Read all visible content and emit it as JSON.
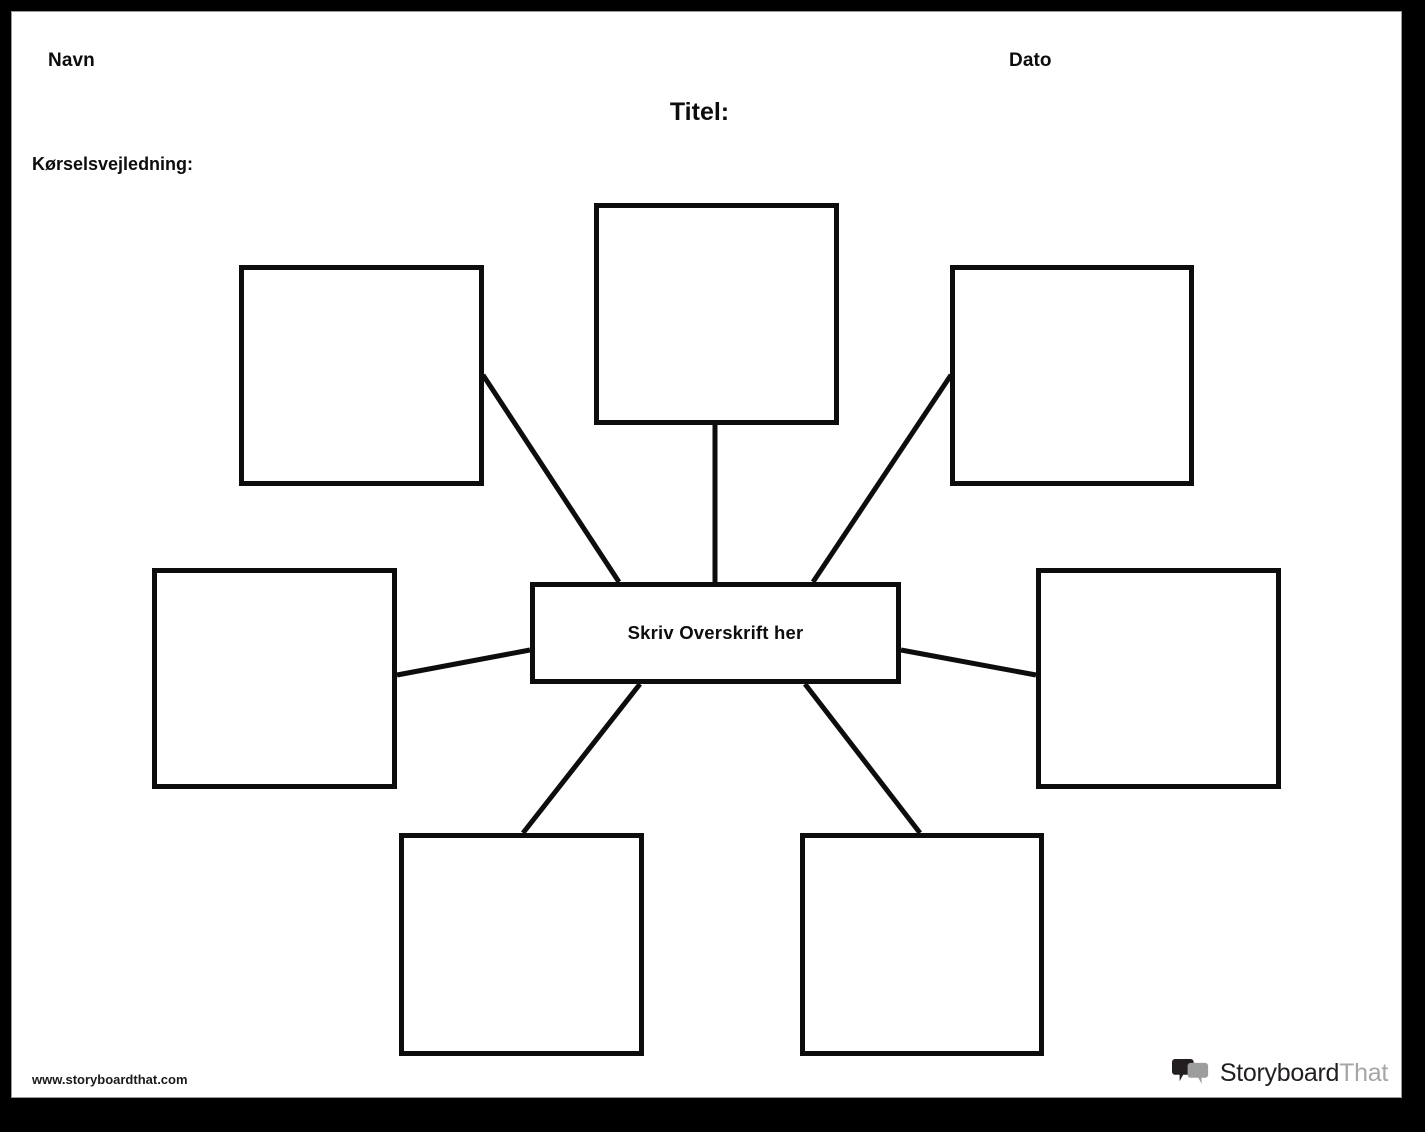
{
  "page": {
    "border_color": "#000000",
    "paper_color": "#ffffff",
    "ink_color": "#0d0d0d"
  },
  "header": {
    "name_label": "Navn",
    "date_label": "Dato",
    "title_label": "Titel:",
    "directions_label": "Kørselsvejledning:"
  },
  "diagram": {
    "type": "spider-map",
    "center": {
      "label": "Skriv Overskrift her"
    },
    "outer_nodes": [
      {
        "id": "top-center",
        "label": ""
      },
      {
        "id": "top-left",
        "label": ""
      },
      {
        "id": "top-right",
        "label": ""
      },
      {
        "id": "mid-left",
        "label": ""
      },
      {
        "id": "mid-right",
        "label": ""
      },
      {
        "id": "bottom-left",
        "label": ""
      },
      {
        "id": "bottom-right",
        "label": ""
      }
    ]
  },
  "footer": {
    "site_url": "www.storyboardthat.com",
    "brand_primary": "Storyboard",
    "brand_secondary": "That",
    "brand_primary_color": "#231f20",
    "brand_secondary_color": "#a6a6a6"
  }
}
